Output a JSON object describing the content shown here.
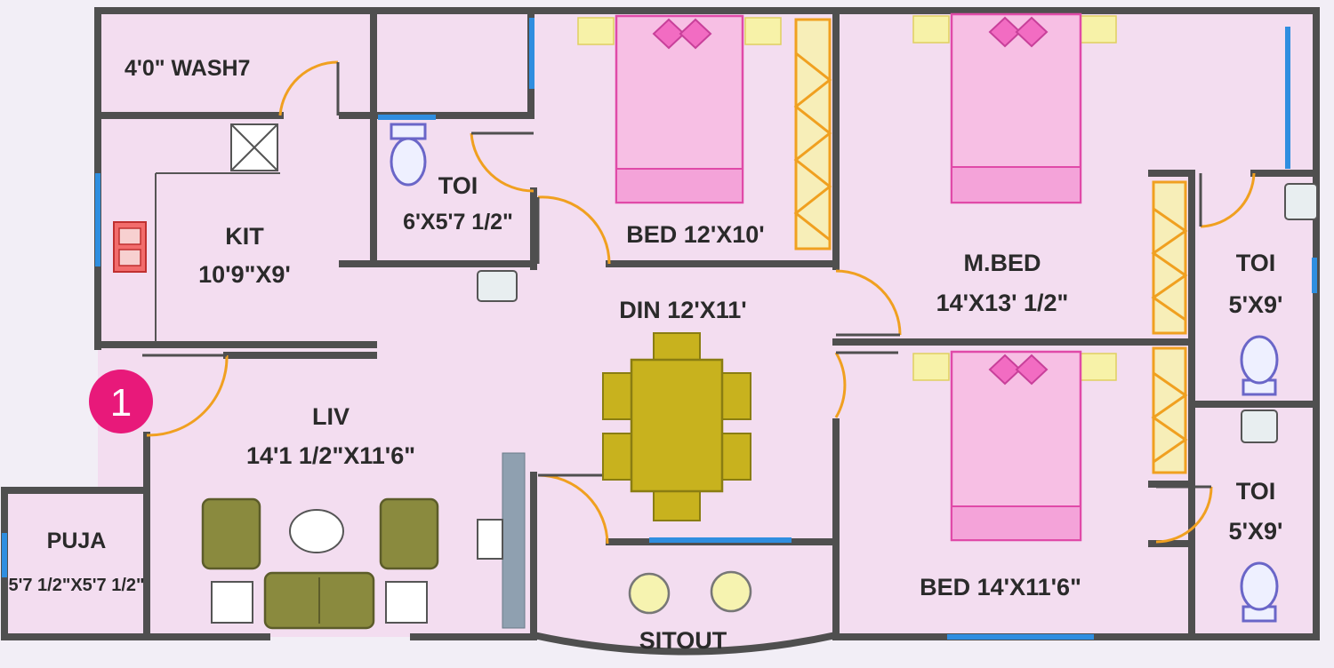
{
  "rooms": {
    "wash": "4'0\" WASH7",
    "kit_name": "KIT",
    "kit_size": "10'9\"X9'",
    "toi1_name": "TOI",
    "toi1_size": "6'X5'7 1/2\"",
    "bed1": "BED 12'X10'",
    "mbed_name": "M.BED",
    "mbed_size": "14'X13' 1/2\"",
    "toi2_name": "TOI",
    "toi2_size": "5'X9'",
    "din": "DIN 12'X11'",
    "liv_name": "LIV",
    "liv_size": "14'1 1/2\"X11'6\"",
    "toi3_name": "TOI",
    "toi3_size": "5'X9'",
    "puja_name": "PUJA",
    "puja_size": "5'7 1/2\"X5'7 1/2\"",
    "bed2": "BED 14'X11'6\"",
    "sitout": "SITOUT"
  },
  "entrance_marker": "1",
  "colors": {
    "floor": "#f3ddf0",
    "wall": "#4f4f4f",
    "window": "#2f8ee0",
    "door_swing": "#f0a020",
    "marker": "#e8197a"
  },
  "icons": [
    "bed-icon",
    "sofa-icon",
    "dining-table-icon",
    "toilet-icon",
    "sink-icon",
    "stove-icon",
    "wardrobe-icon",
    "door-swing-icon"
  ]
}
